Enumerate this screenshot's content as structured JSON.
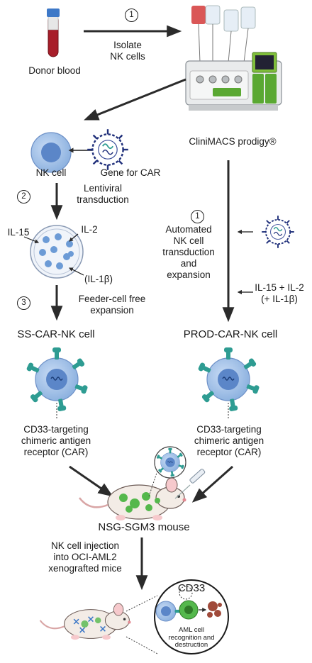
{
  "step_numbers": {
    "isolate": "1",
    "transduction": "2",
    "expansion": "3",
    "automated": "1"
  },
  "labels": {
    "donor_blood": "Donor blood",
    "isolate_line1": "Isolate",
    "isolate_line2": "NK cells",
    "device": "CliniMACS prodigy®",
    "nk_cell": "NK cell",
    "gene_for_car": "Gene for CAR",
    "lentiviral_line1": "Lentiviral",
    "lentiviral_line2": "transduction",
    "il15": "IL-15",
    "il2": "IL-2",
    "il1b": "(IL-1β)",
    "feeder_line1": "Feeder-cell free",
    "feeder_line2": "expansion",
    "automated_line1": "Automated",
    "automated_line2": "NK cell",
    "automated_line3": "transduction",
    "automated_line4": "and",
    "automated_line5": "expansion",
    "cytokines_line1": "IL-15 + IL-2",
    "cytokines_line2": "(+ IL-1β)",
    "ss_car_nk": "SS-CAR-NK cell",
    "prod_car_nk": "PROD-CAR-NK cell",
    "car_left_line1": "CD33-targeting",
    "car_left_line2": "chimeric antigen",
    "car_left_line3": "receptor (CAR)",
    "car_right_line1": "CD33-targeting",
    "car_right_line2": "chimeric antigen",
    "car_right_line3": "receptor (CAR)",
    "mouse": "NSG-SGM3 mouse",
    "injection_line1": "NK cell injection",
    "injection_line2": "into OCI-AML2",
    "injection_line3": "xenografted mice",
    "cd33": "CD33",
    "aml_line1": "AML cell",
    "aml_line2": "recognition and",
    "aml_line3": "destruction"
  },
  "colors": {
    "arrow": "#2b2b2b",
    "nk_cell": "#8fb3e0",
    "nucleus": "#5b86c8",
    "car": "#2e9c92",
    "virus": "#1f2f7a",
    "tumor": "#54b84c",
    "mouse": "#f3ece6"
  }
}
